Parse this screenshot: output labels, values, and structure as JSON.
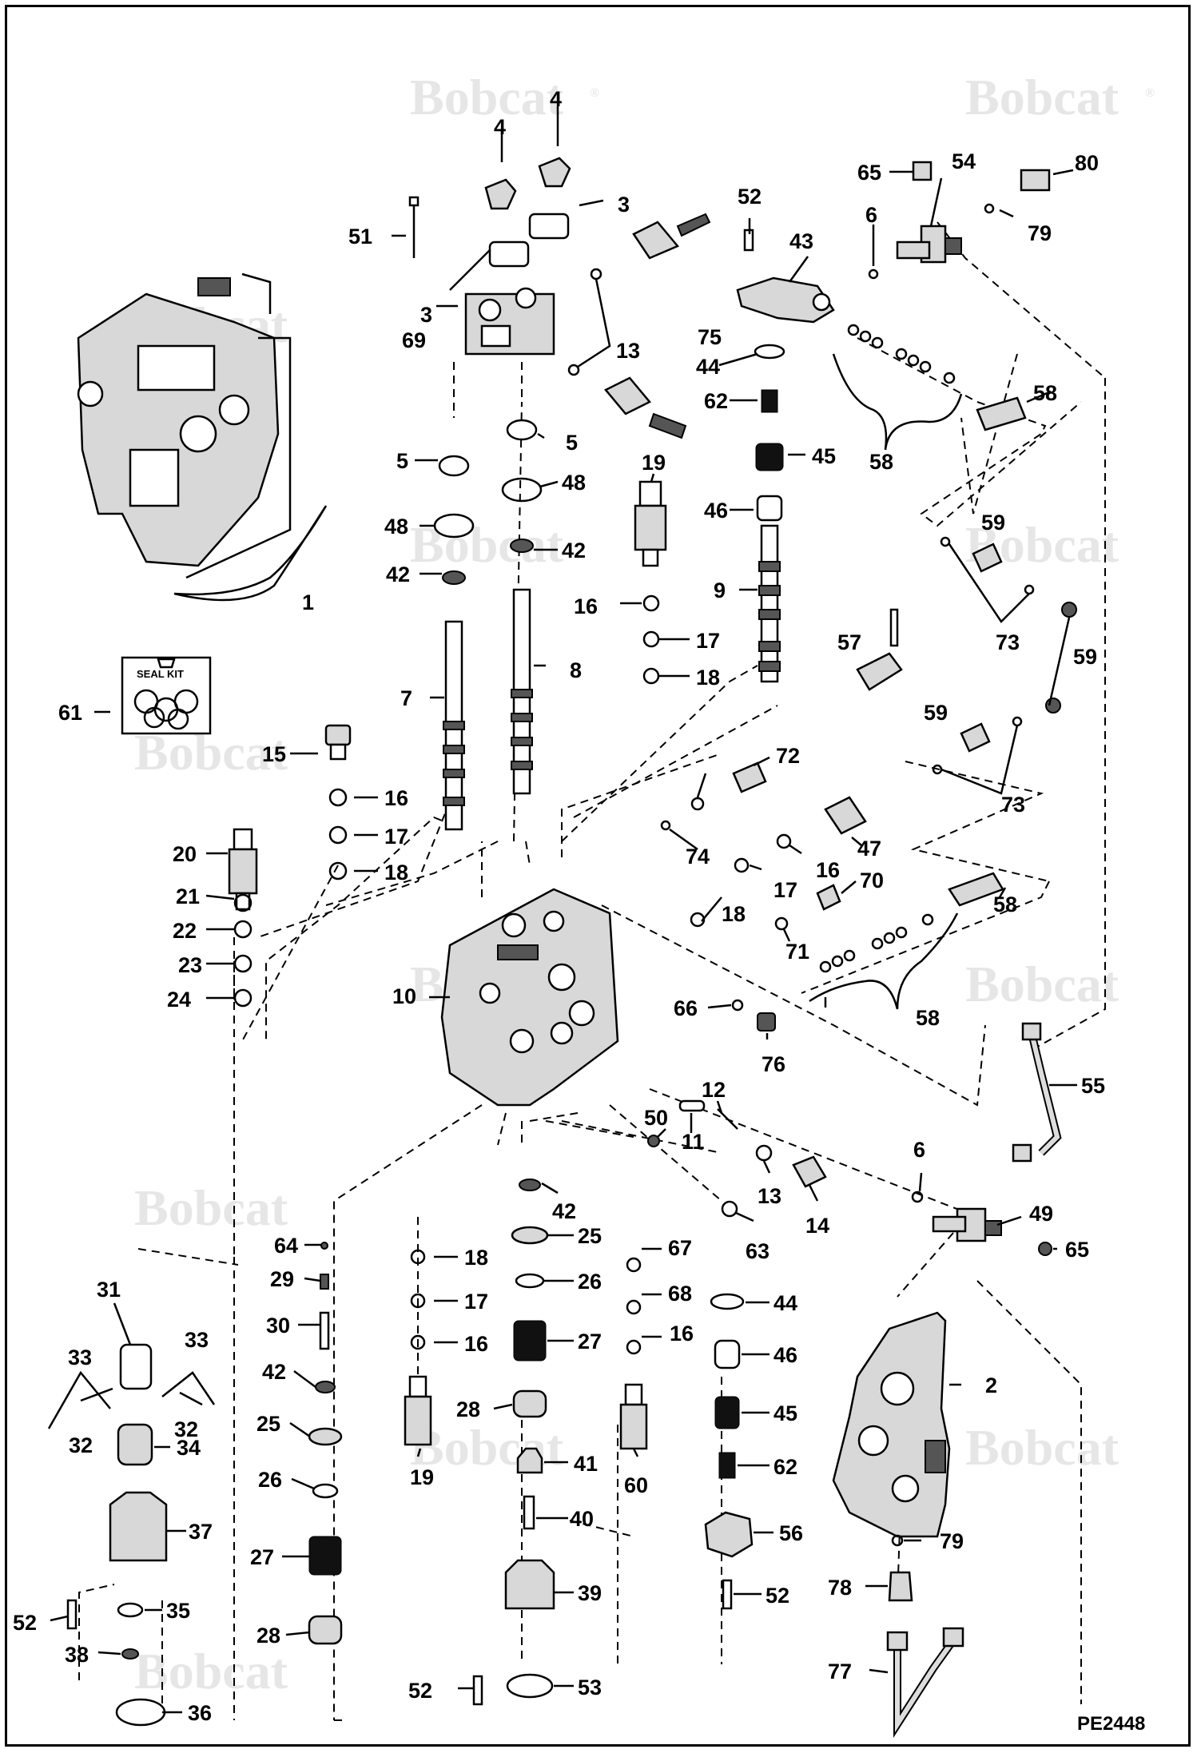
{
  "watermark": {
    "brand": "Bobcat",
    "mark": "®"
  },
  "seal_kit": {
    "label": "SEAL KIT"
  },
  "figure_ref": "PE2448",
  "callouts": {
    "c1": "1",
    "c2": "2",
    "c3a": "3",
    "c3b": "3",
    "c4a": "4",
    "c4b": "4",
    "c5a": "5",
    "c5b": "5",
    "c6a": "6",
    "c6b": "6",
    "c7": "7",
    "c8": "8",
    "c9": "9",
    "c10": "10",
    "c11": "11",
    "c12": "12",
    "c13a": "13",
    "c13b": "13",
    "c14": "14",
    "c15": "15",
    "c16a": "16",
    "c16b": "16",
    "c16c": "16",
    "c16d": "16",
    "c16e": "16",
    "c17a": "17",
    "c17b": "17",
    "c17c": "17",
    "c17d": "17",
    "c18a": "18",
    "c18b": "18",
    "c18c": "18",
    "c18d": "18",
    "c19a": "19",
    "c19b": "19",
    "c20": "20",
    "c21": "21",
    "c22": "22",
    "c23": "23",
    "c24": "24",
    "c25a": "25",
    "c25b": "25",
    "c26a": "26",
    "c26b": "26",
    "c27a": "27",
    "c27b": "27",
    "c28a": "28",
    "c28b": "28",
    "c29": "29",
    "c30": "30",
    "c31": "31",
    "c32a": "32",
    "c32b": "32",
    "c33a": "33",
    "c33b": "33",
    "c34": "34",
    "c35": "35",
    "c36": "36",
    "c37": "37",
    "c38": "38",
    "c39": "39",
    "c40": "40",
    "c41": "41",
    "c42a": "42",
    "c42b": "42",
    "c42c": "42",
    "c42d": "42",
    "c43": "43",
    "c44a": "44",
    "c44b": "44",
    "c45a": "45",
    "c45b": "45",
    "c46a": "46",
    "c46b": "46",
    "c47": "47",
    "c48a": "48",
    "c48b": "48",
    "c49": "49",
    "c50": "50",
    "c51": "51",
    "c52a": "52",
    "c52b": "52",
    "c52c": "52",
    "c52d": "52",
    "c53": "53",
    "c54": "54",
    "c55": "55",
    "c56": "56",
    "c57": "57",
    "c58a": "58",
    "c58b": "58",
    "c58c": "58",
    "c58d": "58",
    "c59a": "59",
    "c59b": "59",
    "c59c": "59",
    "c60": "60",
    "c61": "61",
    "c62a": "62",
    "c62b": "62",
    "c63": "63",
    "c64": "64",
    "c65a": "65",
    "c65b": "65",
    "c66": "66",
    "c67": "67",
    "c68": "68",
    "c69": "69",
    "c70": "70",
    "c71": "71",
    "c72": "72",
    "c73a": "73",
    "c73b": "73",
    "c74": "74",
    "c75": "75",
    "c76": "76",
    "c77": "77",
    "c78": "78",
    "c79a": "79",
    "c79b": "79",
    "c80": "80"
  }
}
